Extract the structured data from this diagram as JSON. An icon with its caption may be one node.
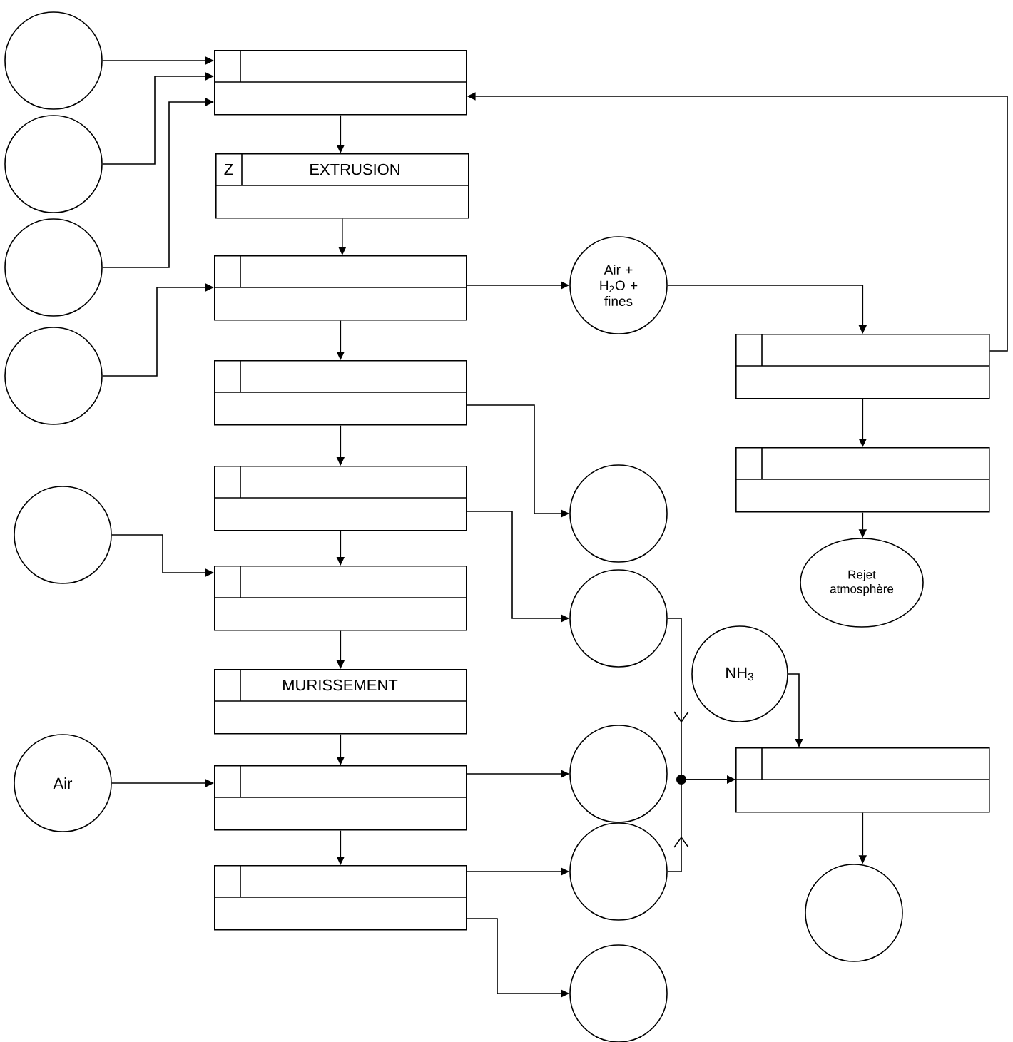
{
  "diagram": {
    "nodes": [
      {
        "text": [],
        "shape": "circle"
      },
      {
        "text": [],
        "shape": "circle"
      },
      {
        "text": [],
        "shape": "circle"
      },
      {
        "text": [],
        "shape": "circle"
      },
      {
        "text": [],
        "shape": "box"
      },
      {
        "text": [
          "Z",
          "EXTRUSION"
        ]
      },
      {
        "text": [],
        "shape": "box"
      },
      {
        "text": [
          "Air + H$_{2}$O + fines"
        ]
      },
      {
        "text": [],
        "shape": "box"
      },
      {
        "text": [],
        "shape": "box"
      },
      {
        "text": [],
        "shape": "box"
      },
      {
        "text": [],
        "shape": "box"
      },
      {
        "text": [],
        "shape": "circle"
      },
      {
        "text": [],
        "shape": "circle"
      },
      {
        "text": [],
        "shape": "box"
      },
      {
        "text": [
          "Rejet atmosphère"
        ]
      },
      {
        "text": [],
        "shape": "circle"
      },
      {
        "text": [
          "NH$_{3}$"
        ]
      },
      {
        "text": [
          "MURISSEMENT"
        ]
      },
      {
        "text": [
          "Air"
        ]
      },
      {
        "text": [],
        "shape": "box"
      },
      {
        "text": [],
        "shape": "circle"
      },
      {
        "text": [],
        "shape": "box"
      },
      {
        "text": [],
        "shape": "circle"
      },
      {
        "text": [],
        "shape": "box"
      },
      {
        "text": [],
        "shape": "circle"
      },
      {
        "text": [],
        "shape": "circle"
      }
    ],
    "edges": [
      {
        "from": 0,
        "to": 4,
        "arrow": "to"
      },
      {
        "from": 1,
        "to": 4,
        "arrow": "to"
      },
      {
        "from": 2,
        "to": 4,
        "arrow": "to"
      },
      {
        "from": 4,
        "to": 5,
        "arrow": "to"
      },
      {
        "from": 5,
        "to": 6,
        "arrow": "to"
      },
      {
        "from": 3,
        "to": 6,
        "arrow": "to"
      },
      {
        "from": 6,
        "to": 7,
        "arrow": "to"
      },
      {
        "from": 7,
        "to": 9,
        "arrow": "to"
      },
      {
        "from": 9,
        "to": 4,
        "arrow": "to"
      },
      {
        "from": 6,
        "to": 8,
        "arrow": "to"
      },
      {
        "from": 8,
        "to": 10,
        "arrow": "to"
      },
      {
        "from": 8,
        "to": 12,
        "arrow": "to"
      },
      {
        "from": 9,
        "to": 11,
        "arrow": "to"
      },
      {
        "from": 10,
        "to": 14,
        "arrow": "to"
      },
      {
        "from": 10,
        "to": 16,
        "arrow": "to"
      },
      {
        "from": 13,
        "to": 14,
        "arrow": "to"
      },
      {
        "from": 11,
        "to": 15,
        "arrow": "to"
      },
      {
        "from": 14,
        "to": 18,
        "arrow": "to"
      },
      {
        "from": 18,
        "to": 20,
        "arrow": "to"
      },
      {
        "from": 19,
        "to": 20,
        "arrow": "to"
      },
      {
        "from": 20,
        "to": 21,
        "arrow": "to"
      },
      {
        "from": 20,
        "to": 24,
        "arrow": "to"
      },
      {
        "from": 16,
        "to": 22,
        "arrow": "to"
      },
      {
        "from": 23,
        "to": 22,
        "arrow": "to"
      },
      {
        "from": 17,
        "to": 22,
        "arrow": "to"
      },
      {
        "from": 22,
        "to": 25,
        "arrow": "to"
      },
      {
        "from": 24,
        "to": 23,
        "arrow": "to"
      },
      {
        "from": 24,
        "to": 26,
        "arrow": "to"
      }
    ]
  }
}
